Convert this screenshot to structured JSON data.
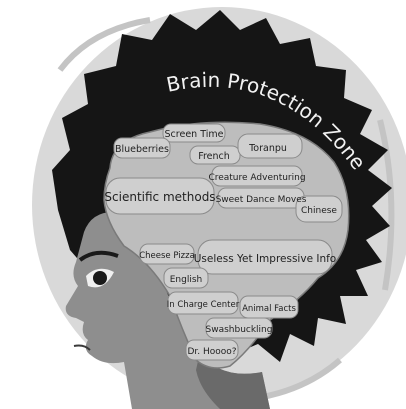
{
  "title": "Brain Protection Zone",
  "brain_regions": [
    "Screen Time",
    "Blueberries",
    "French",
    "Toranpu",
    "Creature Adventuring",
    "Scientific methods",
    "Sweet Dance Moves",
    "Chinese",
    "Cheese Pizza",
    "Useless Yet Impressive Info",
    "English",
    "In Charge Center",
    "Animal Facts",
    "Swashbuckling",
    "Dr. Hoooo?"
  ],
  "colors": {
    "background_disc": "#d9d9d9",
    "hair": "#151515",
    "brain": "#bdbdbd",
    "brain_cell": "#cfcfcf",
    "skin": "#8e8e8e",
    "skin_shadow": "#6a6a6a",
    "ink": "#1f1f1f",
    "title_ink": "#f2f2f2"
  }
}
